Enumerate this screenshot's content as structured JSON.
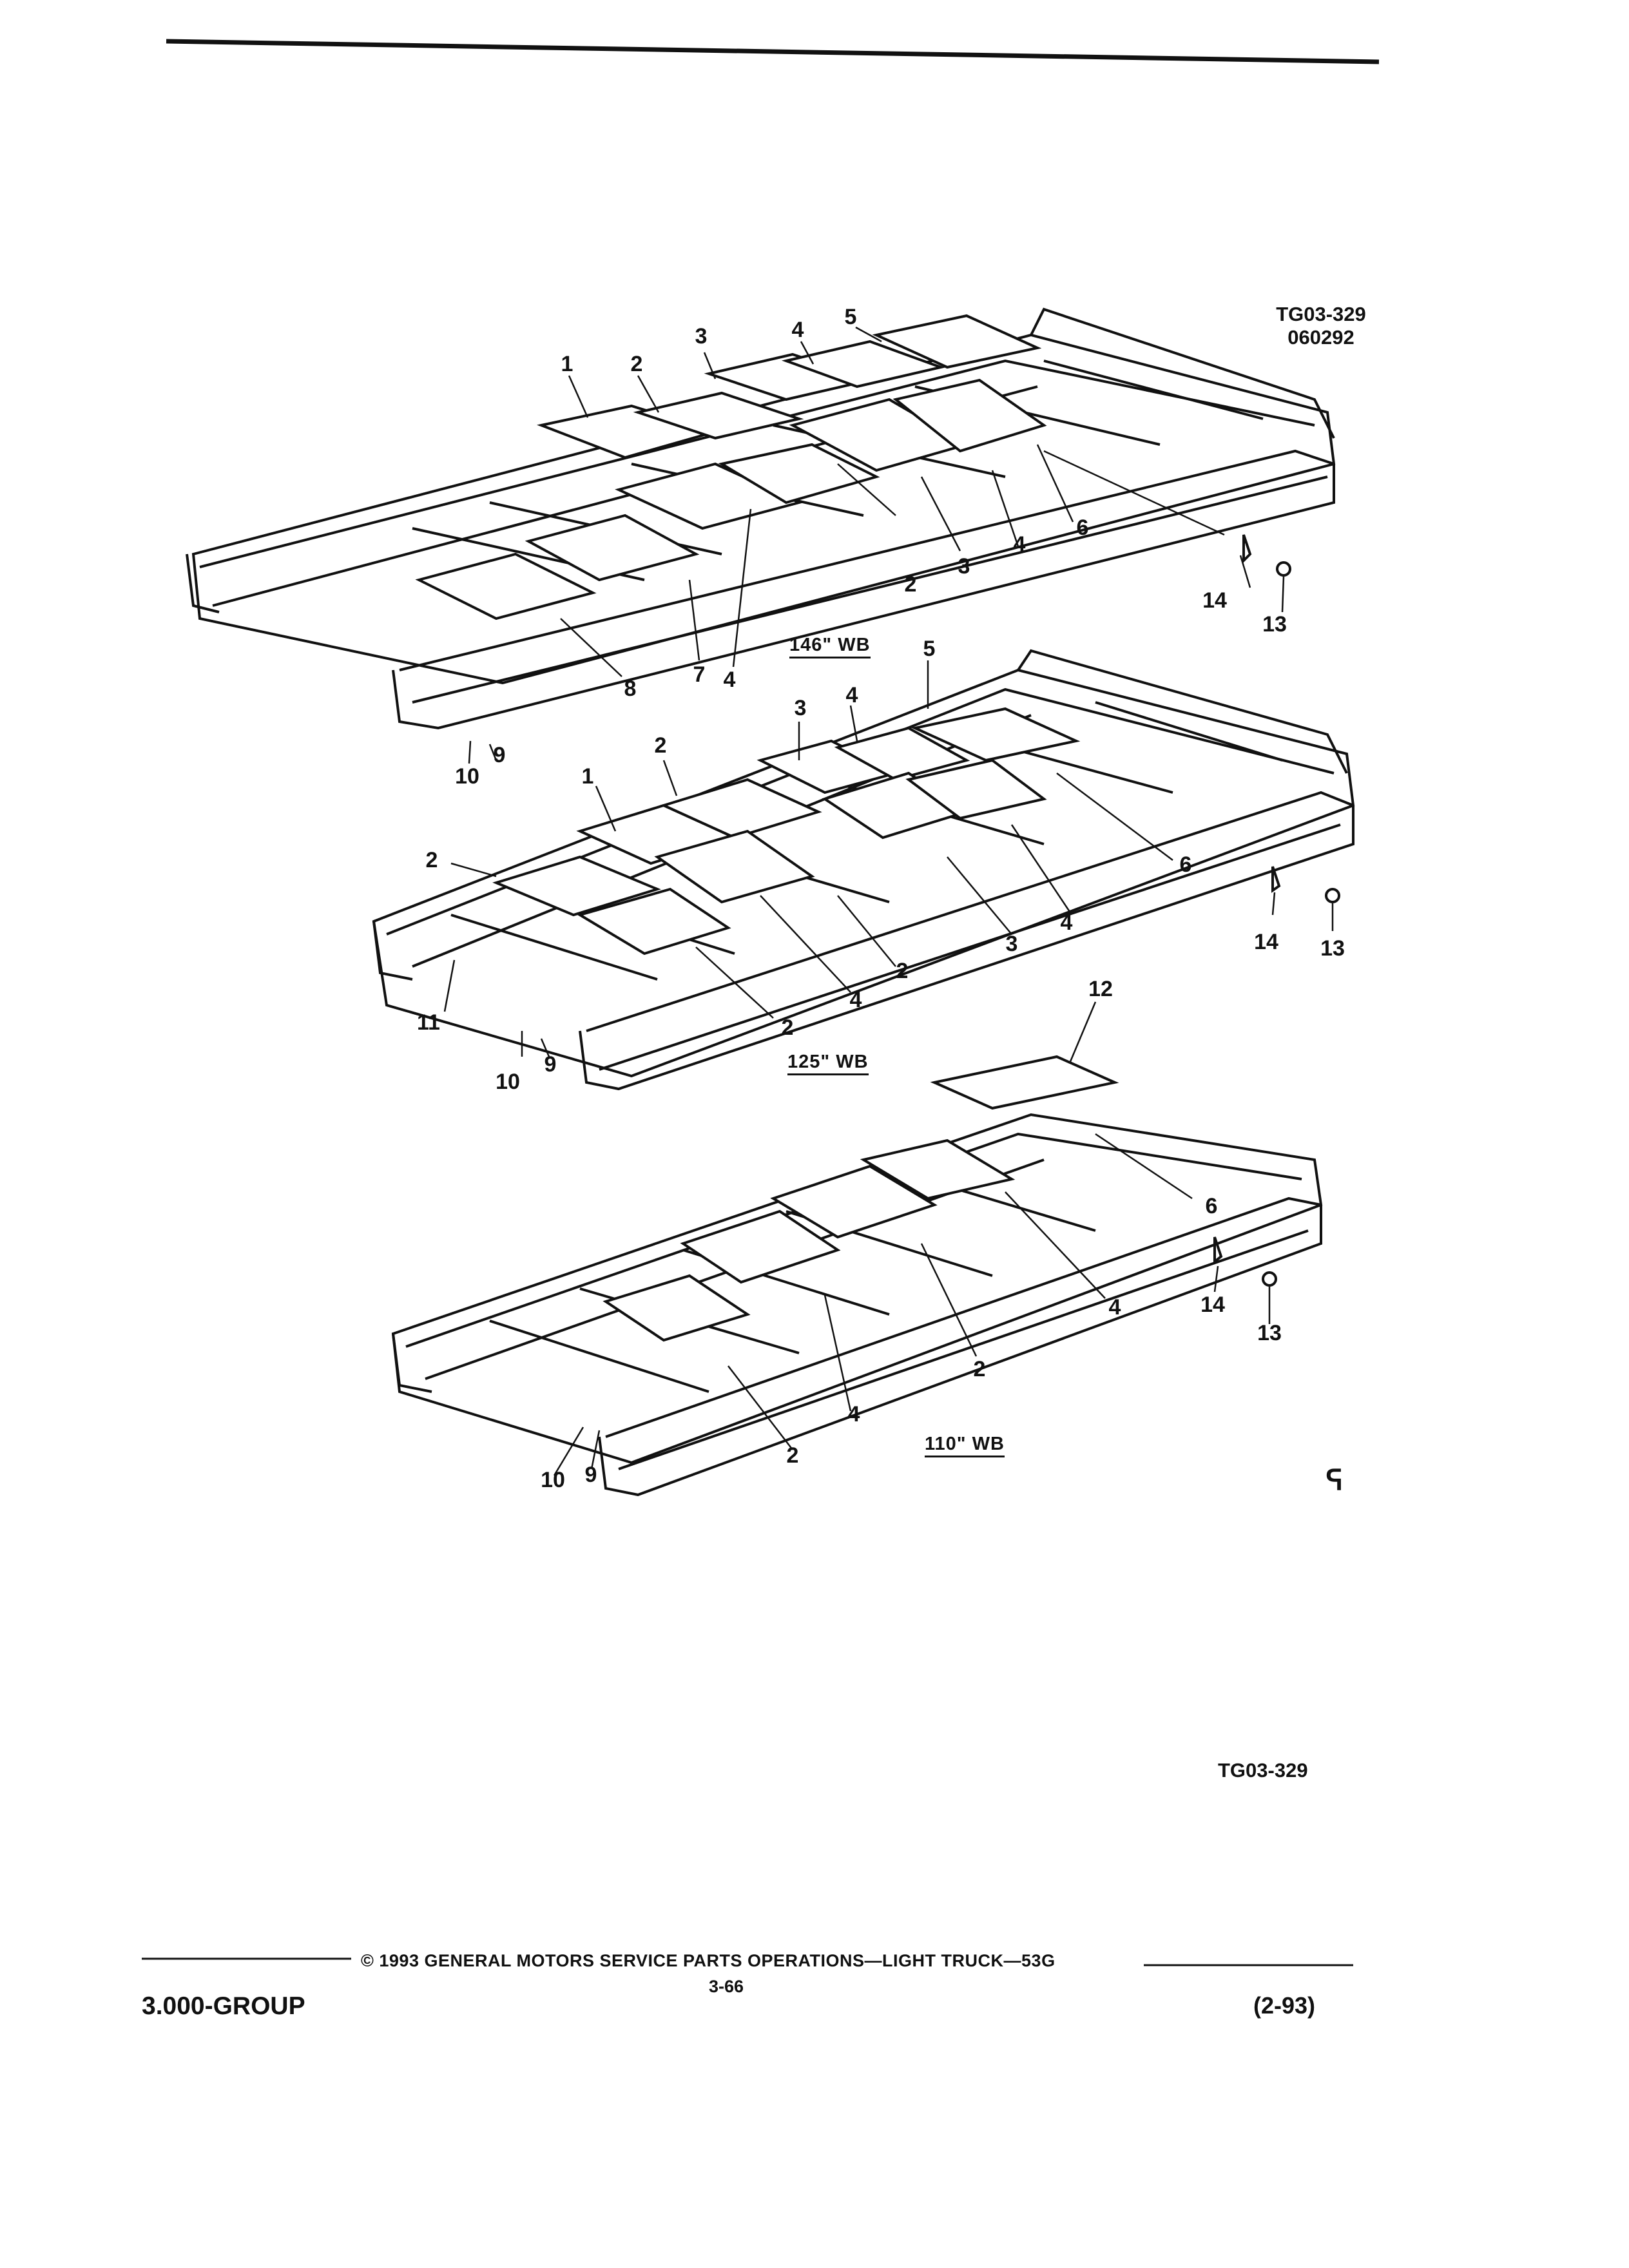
{
  "figure": {
    "reference_top": [
      "TG03-329",
      "060292"
    ],
    "reference_bottom": "TG03-329",
    "views": [
      {
        "wheelbase_label": "146\" WB"
      },
      {
        "wheelbase_label": "125\" WB"
      },
      {
        "wheelbase_label": "110\" WB"
      }
    ],
    "callouts": {
      "v146": [
        "1",
        "2",
        "3",
        "4",
        "5",
        "2",
        "3",
        "4",
        "6",
        "14",
        "13",
        "7",
        "4",
        "8",
        "10",
        "9"
      ],
      "v125": [
        "5",
        "3",
        "4",
        "2",
        "1",
        "2",
        "6",
        "14",
        "13",
        "3",
        "4",
        "2",
        "4",
        "2",
        "11",
        "10",
        "9"
      ],
      "v110": [
        "12",
        "6",
        "14",
        "13",
        "4",
        "2",
        "4",
        "2",
        "10",
        "9"
      ]
    },
    "corner_mark": "ᕋ"
  },
  "footer": {
    "group": "3.000-GROUP",
    "copyright": "©  1993  GENERAL MOTORS SERVICE PARTS OPERATIONS—LIGHT TRUCK—53G",
    "page": "3-66",
    "date": "(2-93)"
  }
}
